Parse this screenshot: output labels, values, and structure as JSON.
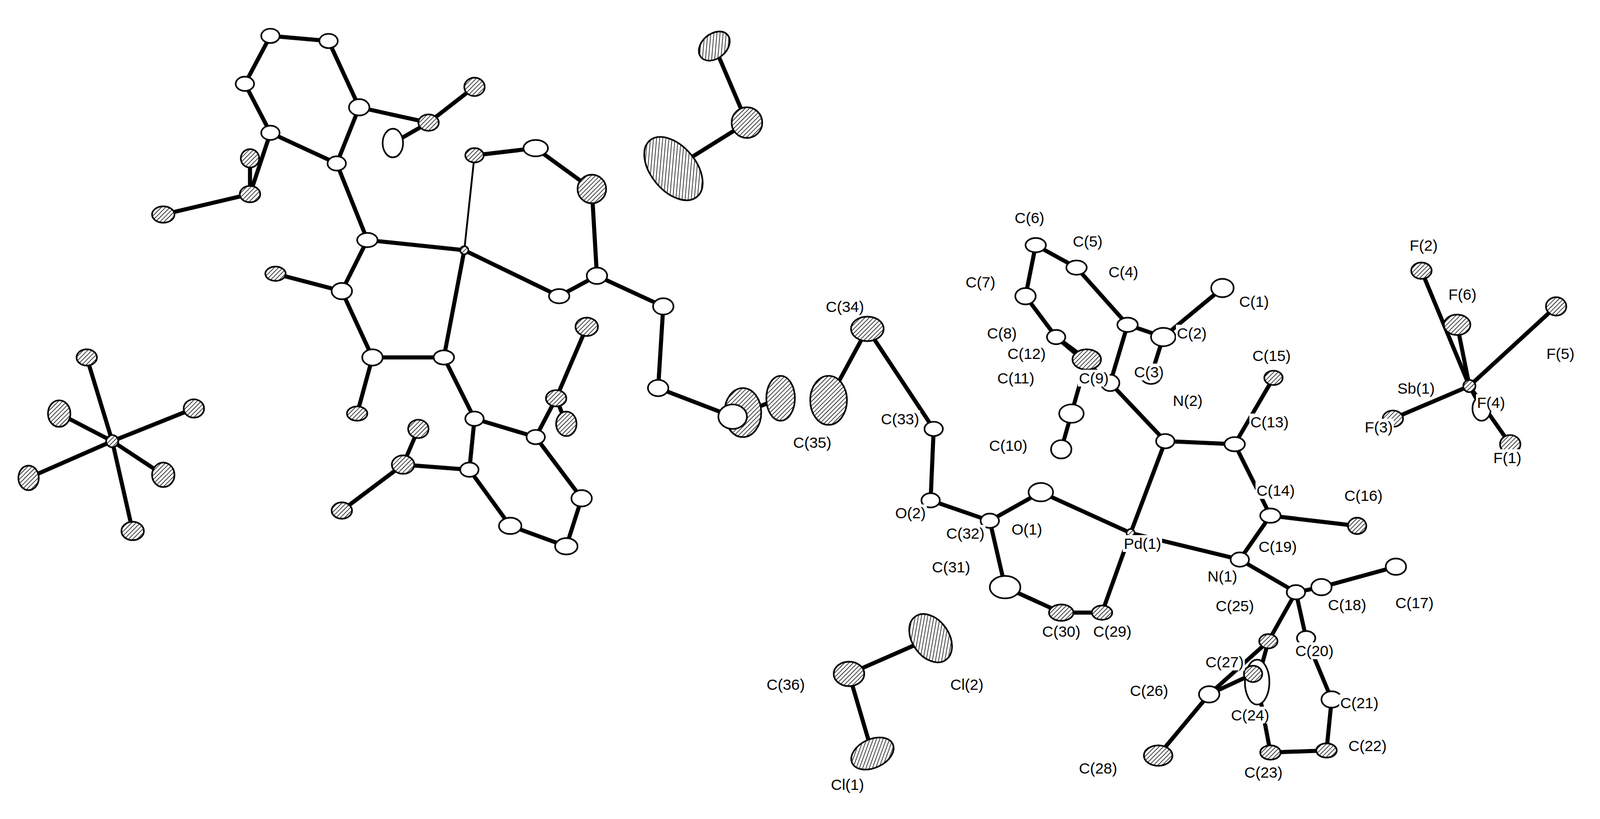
{
  "diagram": {
    "labels": [
      "C(6)",
      "C(5)",
      "C(4)",
      "C(1)",
      "C(7)",
      "C(34)",
      "C(8)",
      "C(12)",
      "C(2)",
      "C(3)",
      "C(15)",
      "C(11)",
      "C(9)",
      "N(2)",
      "C(13)",
      "C(33)",
      "C(35)",
      "C(10)",
      "O(2)",
      "C(32)",
      "O(1)",
      "C(14)",
      "C(16)",
      "Pd(1)",
      "N(1)",
      "C(19)",
      "C(31)",
      "C(25)",
      "C(18)",
      "C(17)",
      "C(20)",
      "C(27)",
      "C(26)",
      "C(24)",
      "C(21)",
      "C(30)",
      "C(29)",
      "C(36)",
      "Cl(2)",
      "C(28)",
      "C(23)",
      "C(22)",
      "Cl(1)",
      "F(2)",
      "F(6)",
      "Sb(1)",
      "F(5)",
      "F(4)",
      "F(3)",
      "F(1)"
    ]
  }
}
